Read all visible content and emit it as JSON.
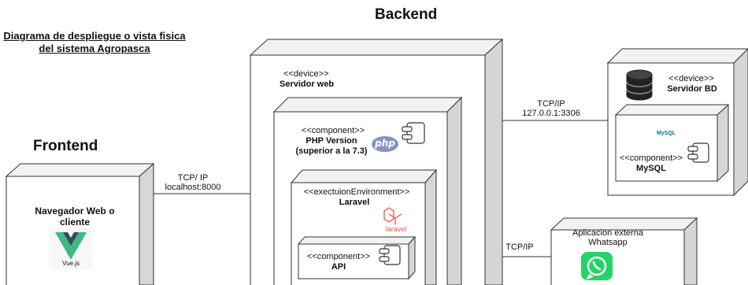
{
  "title": "Diagrama de despliegue o vista fisica del sistema Agropasca",
  "sections": {
    "backend": "Backend",
    "frontend": "Frontend"
  },
  "nodes": {
    "servidor_web": {
      "stereotype": "<<device>>",
      "name": "Servidor web"
    },
    "php": {
      "stereotype": "<<component>>",
      "name_line1": "PHP  Version",
      "name_line2": "(superior a la 7.3)",
      "logo_text": "php"
    },
    "laravel": {
      "stereotype": "<<exectuionEnvironment>>",
      "name": "Laravel",
      "logo_text": "laravel"
    },
    "api": {
      "stereotype": "<<component>>",
      "name": "API"
    },
    "servidor_bd": {
      "stereotype": "<<device>>",
      "name": "Servidor BD"
    },
    "mysql": {
      "stereotype": "<<component>>",
      "name": "MySQL",
      "logo_text": "MySQL"
    },
    "navegador": {
      "name_line1": "Navegador Web o",
      "name_line2": "cliente",
      "logo_text": "Vue.js"
    },
    "whatsapp": {
      "name_line1": "Aplicacion externa",
      "name_line2": "Whatsapp"
    }
  },
  "edges": {
    "web_bd": {
      "line1": "TCP/IP",
      "line2": "127.0.0.1:3306"
    },
    "cliente_web": {
      "line1": "TCP/ IP",
      "line2": "localhost:8000"
    },
    "api_whatsapp": {
      "line1": "TCP/IP"
    }
  },
  "colors": {
    "node_fill": "#ffffff",
    "node_side": "#d6d6d6",
    "stroke": "#333333",
    "vue_green": "#41b883",
    "vue_dark": "#35495e",
    "php_purple": "#8892bf",
    "laravel_red": "#f05340",
    "whatsapp_green": "#25d366"
  }
}
